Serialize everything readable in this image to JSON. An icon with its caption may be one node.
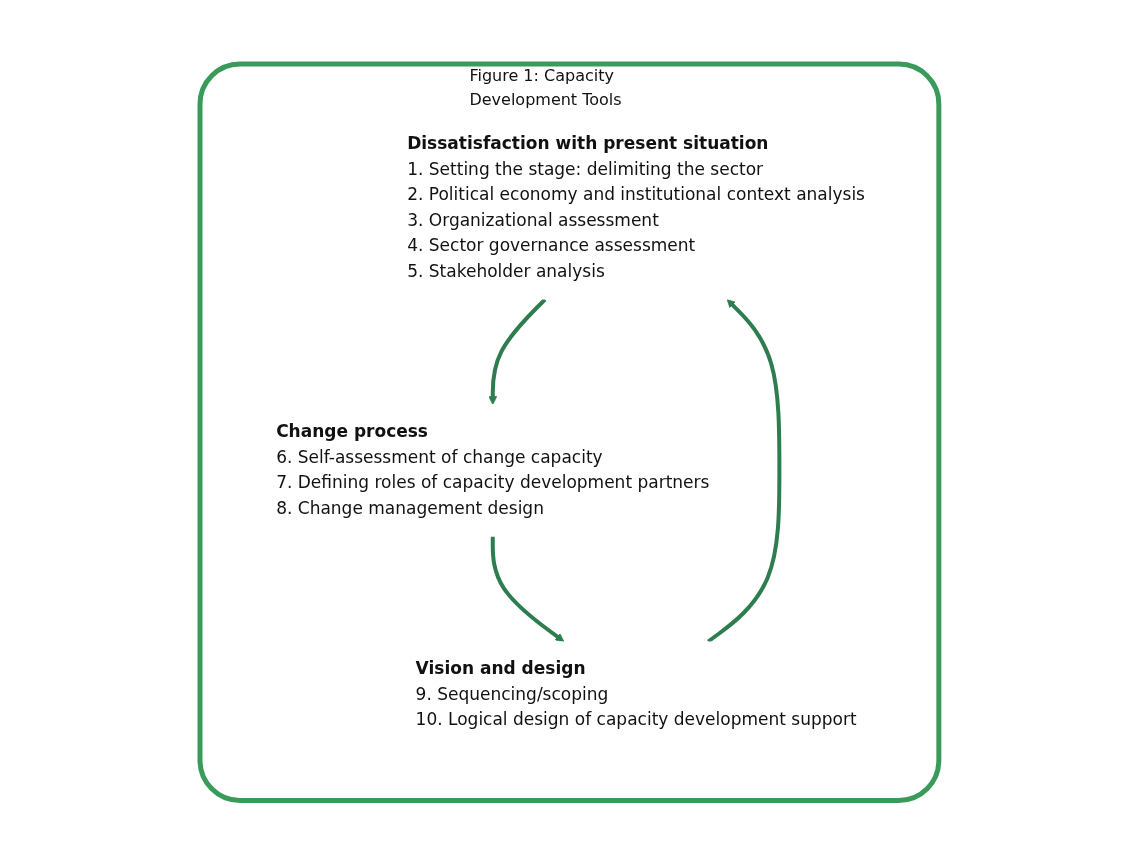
{
  "diagram": {
    "nodes": [
      {
        "text": [
          "Figure 1: Capacity Development Tools"
        ]
      },
      {
        "text": [
          "Dissatisfaction with present situation",
          "1. Setting the stage: delimiting the sector",
          "2. Political economy and institutional context analysis",
          "3. Organizational assessment",
          "4. Sector governance assessment",
          "5. Stakeholder analysis"
        ],
        "in": 0
      },
      {
        "text": [
          "Change process",
          "6. Self-assessment of change capacity",
          "7. Defining roles of capacity development partners",
          "8. Change management design"
        ],
        "in": 0
      },
      {
        "text": [
          "Vision and design",
          "9. Sequencing/scoping",
          "10. Logical design of capacity development support"
        ],
        "in": 0
      }
    ],
    "edges": [
      {
        "from": 3,
        "to": 1,
        "arrow": "to"
      },
      {
        "from": 1,
        "to": 2,
        "arrow": "to"
      },
      {
        "from": 2,
        "to": 3,
        "arrow": "to"
      }
    ]
  }
}
